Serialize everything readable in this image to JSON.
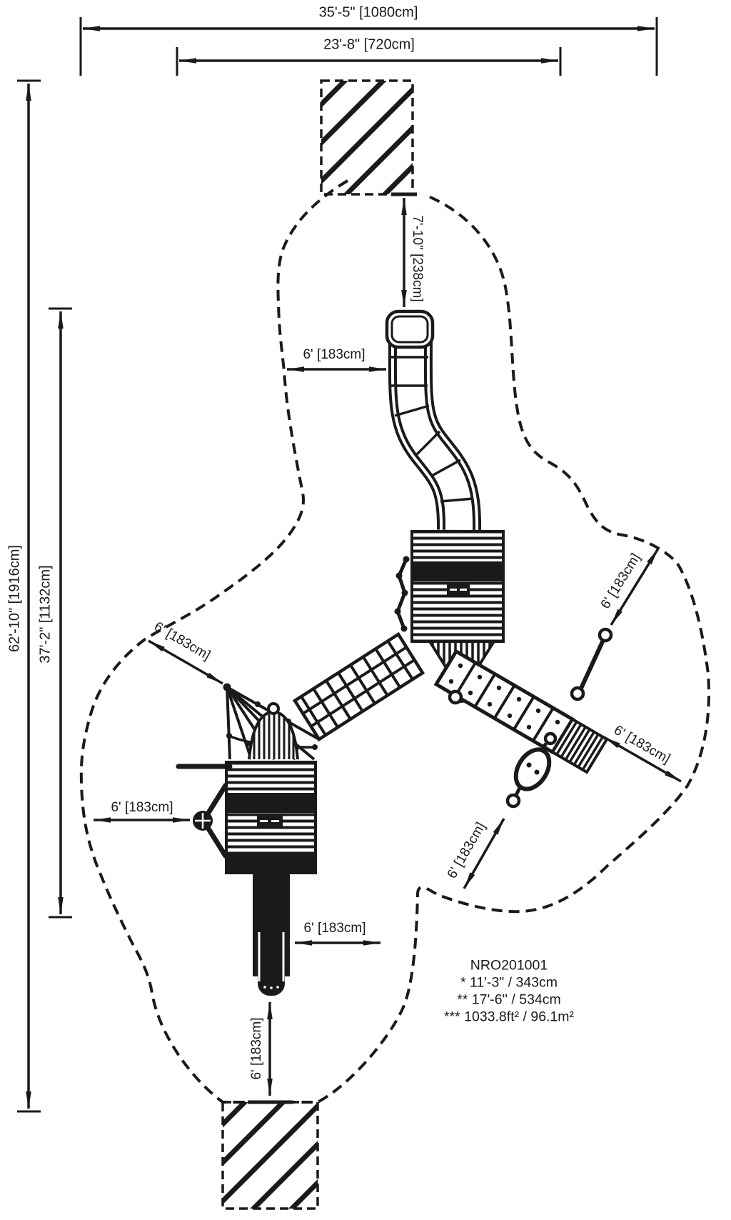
{
  "drawing": {
    "title_block": {
      "product_code": "NRO201001",
      "note_star": "* 11'-3\" / 343cm",
      "note_double_star": "** 17'-6'' / 534cm",
      "note_triple_star": "*** 1033.8ft² / 96.1m²"
    },
    "dimensions": {
      "overall_width": "35'-5\" [1080cm]",
      "use_zone_width": "23'-8\" [720cm]",
      "overall_length": "62'-10\" [1916cm]",
      "use_zone_length": "37'-2\" [1132cm]",
      "slide_exit_zone": "7'-10\" [238cm]",
      "clearance_tube_slide": "6' [183cm]",
      "clearance_net_upper_left": "6' [183cm]",
      "clearance_left_side": "6' [183cm]",
      "clearance_slide_exit": "6' [183cm]",
      "clearance_slide_side": "6' [183cm]",
      "clearance_pod_walk": "6' [183cm]",
      "clearance_upper_right": "6' [183cm]",
      "clearance_lower_right": "6' [183cm]"
    },
    "colors": {
      "ink": "#1a1a1a",
      "paper": "#ffffff"
    }
  }
}
